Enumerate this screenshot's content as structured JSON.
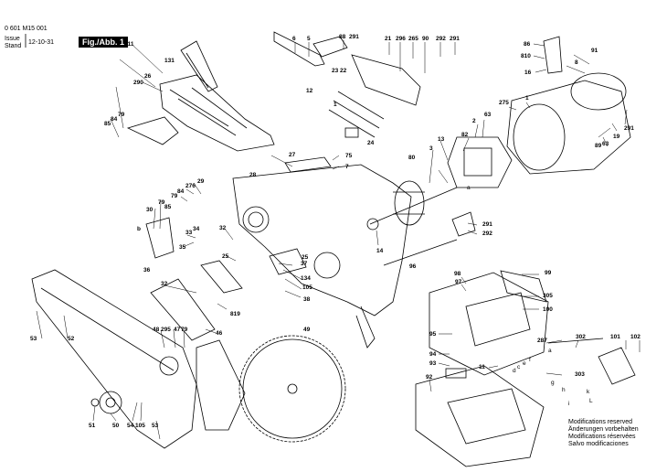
{
  "header": {
    "doc_number": "0 601 M15 001",
    "issue_label": "Issue",
    "stand_label": "Stand",
    "date": "12-10-31",
    "figure_label": "Fig./Abb. 1"
  },
  "parts": [
    {
      "id": "p6",
      "num": "6"
    },
    {
      "id": "p5",
      "num": "5"
    },
    {
      "id": "p88",
      "num": "88"
    },
    {
      "id": "p291a",
      "num": "291"
    },
    {
      "id": "p21",
      "num": "21"
    },
    {
      "id": "p296",
      "num": "296"
    },
    {
      "id": "p265",
      "num": "265"
    },
    {
      "id": "p90",
      "num": "90"
    },
    {
      "id": "p292a",
      "num": "292"
    },
    {
      "id": "p291b",
      "num": "291"
    },
    {
      "id": "p86",
      "num": "86"
    },
    {
      "id": "p810",
      "num": "810"
    },
    {
      "id": "p16",
      "num": "16"
    },
    {
      "id": "p91",
      "num": "91"
    },
    {
      "id": "p8",
      "num": "8"
    },
    {
      "id": "p811",
      "num": "811"
    },
    {
      "id": "p131",
      "num": "131"
    },
    {
      "id": "p26",
      "num": "26"
    },
    {
      "id": "p290",
      "num": "290"
    },
    {
      "id": "p1",
      "num": "1"
    },
    {
      "id": "p275a",
      "num": "275"
    },
    {
      "id": "p23",
      "num": "23"
    },
    {
      "id": "p22",
      "num": "22"
    },
    {
      "id": "p12",
      "num": "12"
    },
    {
      "id": "p1b",
      "num": "1"
    },
    {
      "id": "p24",
      "num": "24"
    },
    {
      "id": "p79a",
      "num": "79"
    },
    {
      "id": "p84a",
      "num": "84"
    },
    {
      "id": "p85",
      "num": "85"
    },
    {
      "id": "p2",
      "num": "2"
    },
    {
      "id": "p63a",
      "num": "63"
    },
    {
      "id": "p82",
      "num": "82"
    },
    {
      "id": "p13",
      "num": "13"
    },
    {
      "id": "p3",
      "num": "3"
    },
    {
      "id": "p89",
      "num": "89"
    },
    {
      "id": "p19",
      "num": "19"
    },
    {
      "id": "p291c",
      "num": "291"
    },
    {
      "id": "p63b",
      "num": "63"
    },
    {
      "id": "p27",
      "num": "27"
    },
    {
      "id": "p75",
      "num": "75"
    },
    {
      "id": "p7",
      "num": "7"
    },
    {
      "id": "p80",
      "num": "80"
    },
    {
      "id": "p28",
      "num": "28"
    },
    {
      "id": "p29",
      "num": "29"
    },
    {
      "id": "p276",
      "num": "276"
    },
    {
      "id": "p84b",
      "num": "84"
    },
    {
      "id": "p79b",
      "num": "79"
    },
    {
      "id": "p30",
      "num": "30"
    },
    {
      "id": "p79c",
      "num": "79"
    },
    {
      "id": "p85b",
      "num": "85"
    },
    {
      "id": "p32a",
      "num": "32"
    },
    {
      "id": "p34",
      "num": "34"
    },
    {
      "id": "p33",
      "num": "33"
    },
    {
      "id": "p35",
      "num": "35"
    },
    {
      "id": "p25a",
      "num": "25"
    },
    {
      "id": "p14",
      "num": "14"
    },
    {
      "id": "p291d",
      "num": "291"
    },
    {
      "id": "p292b",
      "num": "292"
    },
    {
      "id": "p36",
      "num": "36"
    },
    {
      "id": "p25b",
      "num": "25"
    },
    {
      "id": "p37",
      "num": "37"
    },
    {
      "id": "p134",
      "num": "134"
    },
    {
      "id": "p105a",
      "num": "105"
    },
    {
      "id": "p38",
      "num": "38"
    },
    {
      "id": "p96",
      "num": "96"
    },
    {
      "id": "p98",
      "num": "98"
    },
    {
      "id": "p99",
      "num": "99"
    },
    {
      "id": "p97",
      "num": "97"
    },
    {
      "id": "p305",
      "num": "305"
    },
    {
      "id": "p100",
      "num": "100"
    },
    {
      "id": "p32b",
      "num": "32"
    },
    {
      "id": "p819",
      "num": "819"
    },
    {
      "id": "p53a",
      "num": "53"
    },
    {
      "id": "p52",
      "num": "52"
    },
    {
      "id": "p48",
      "num": "48"
    },
    {
      "id": "p295",
      "num": "295"
    },
    {
      "id": "p47",
      "num": "47"
    },
    {
      "id": "p79d",
      "num": "79"
    },
    {
      "id": "p46",
      "num": "46"
    },
    {
      "id": "p49",
      "num": "49"
    },
    {
      "id": "p95",
      "num": "95"
    },
    {
      "id": "p287",
      "num": "287"
    },
    {
      "id": "p302",
      "num": "302"
    },
    {
      "id": "p101",
      "num": "101"
    },
    {
      "id": "p102",
      "num": "102"
    },
    {
      "id": "p94",
      "num": "94"
    },
    {
      "id": "p93",
      "num": "93"
    },
    {
      "id": "p11",
      "num": "11"
    },
    {
      "id": "p303",
      "num": "303"
    },
    {
      "id": "p92",
      "num": "92"
    },
    {
      "id": "p51",
      "num": "51"
    },
    {
      "id": "p50",
      "num": "50"
    },
    {
      "id": "p54",
      "num": "54"
    },
    {
      "id": "p105b",
      "num": "105"
    },
    {
      "id": "p53b",
      "num": "53"
    }
  ],
  "letters": [
    "a",
    "a",
    "b",
    "c",
    "d",
    "e",
    "f",
    "g",
    "h",
    "i",
    "k",
    "L"
  ],
  "notes": [
    "Modifications reserved",
    "Änderungen vorbehalten",
    "Modifications réservées",
    "Salvo modificaciones"
  ]
}
